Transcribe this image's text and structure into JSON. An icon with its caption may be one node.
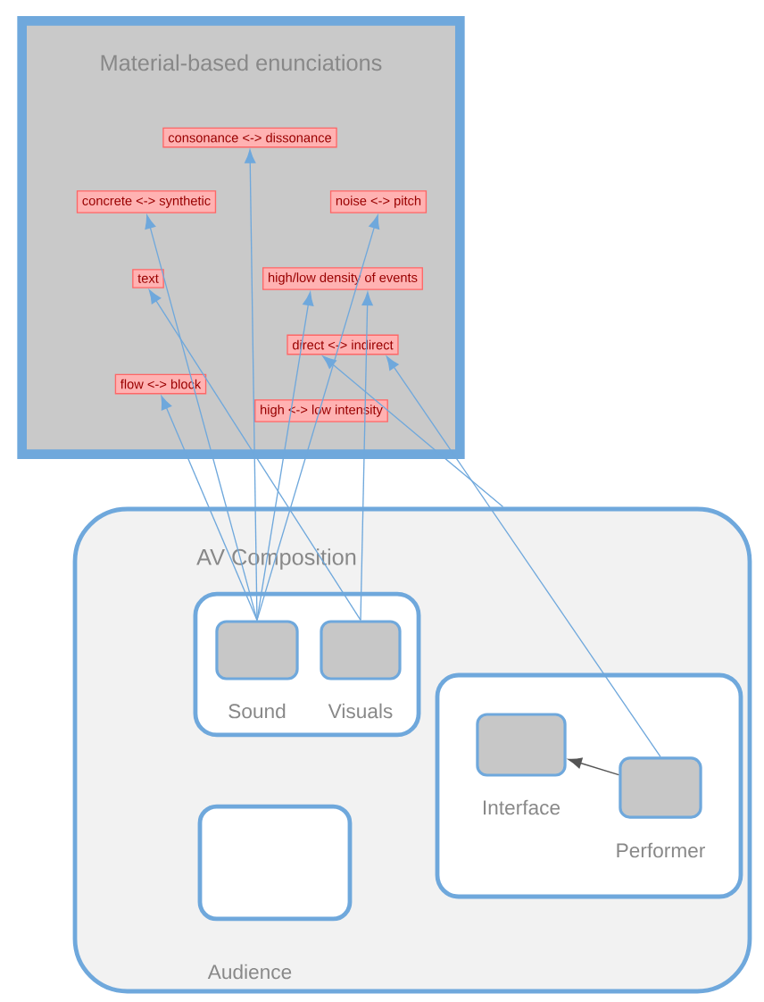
{
  "diagram": {
    "nodes": [
      {
        "text": [
          "Material-based enunciations"
        ]
      },
      {
        "text": [
          "consonance <-> dissonance"
        ],
        "in": 0
      },
      {
        "text": [
          "concrete <-> synthetic"
        ],
        "in": 0
      },
      {
        "text": [
          "noise <-> pitch"
        ],
        "in": 0
      },
      {
        "text": [
          "text"
        ],
        "in": 0
      },
      {
        "text": [
          "high/low density of events"
        ],
        "in": 0
      },
      {
        "text": [
          "direct <-> indirect"
        ],
        "in": 0
      },
      {
        "text": [
          "flow <-> block"
        ],
        "in": 0
      },
      {
        "text": [
          "high <-> low intensity"
        ],
        "in": 0
      },
      {
        "text": [
          "AV Composition"
        ]
      },
      {
        "text": [],
        "shape": "box",
        "in": 9
      },
      {
        "text": [
          "Sound"
        ],
        "in": 10
      },
      {
        "text": [
          "Visuals"
        ],
        "in": 10
      },
      {
        "text": [],
        "shape": "box",
        "in": 9
      },
      {
        "text": [
          "Interface"
        ],
        "in": 13
      },
      {
        "text": [
          "Performer"
        ],
        "in": 13
      },
      {
        "text": [
          "Audience"
        ],
        "in": 9
      }
    ],
    "edges": [
      {
        "from": 11,
        "to": 7,
        "arrow": "to"
      },
      {
        "from": 11,
        "to": 2,
        "arrow": "to"
      },
      {
        "from": 11,
        "to": 1,
        "arrow": "to"
      },
      {
        "from": 11,
        "to": 5,
        "arrow": "to"
      },
      {
        "from": 11,
        "to": 3,
        "arrow": "to"
      },
      {
        "from": 12,
        "to": 4,
        "arrow": "to"
      },
      {
        "from": 12,
        "to": 5,
        "arrow": "to"
      },
      {
        "from": 9,
        "to": 6,
        "arrow": "to"
      },
      {
        "from": 15,
        "to": 6,
        "arrow": "to"
      },
      {
        "from": 15,
        "to": 14,
        "arrow": "to",
        "color": "#555555"
      }
    ]
  }
}
